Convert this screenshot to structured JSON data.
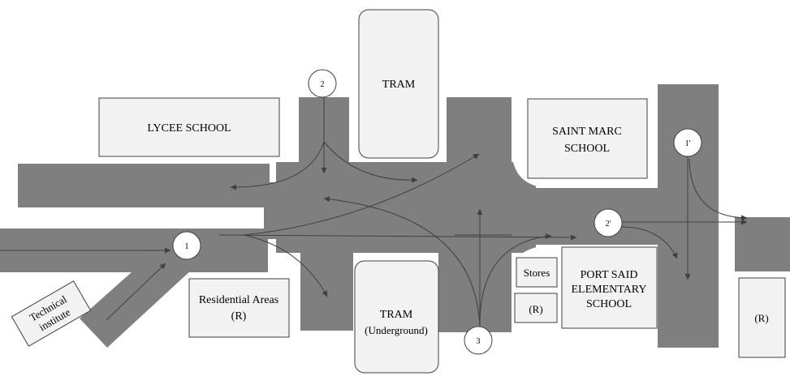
{
  "colors": {
    "road": "#7f7f7f",
    "arrow": "#404040",
    "box_stroke": "#404040",
    "box_fill": "#f2f2f2",
    "background": "#ffffff"
  },
  "buildings": {
    "lycee": "LYCEE SCHOOL",
    "tram_top": "TRAM",
    "saint_marc_line1": "SAINT MARC",
    "saint_marc_line2": "SCHOOL",
    "residential_line1": "Residential Areas",
    "residential_line2": "(R)",
    "tram_bottom_line1": "TRAM",
    "tram_bottom_line2": "(Underground)",
    "stores": "Stores",
    "r_small": "(R)",
    "port_said_line1": "PORT SAID",
    "port_said_line2": "ELEMENTARY",
    "port_said_line3": "SCHOOL",
    "r_right": "(R)",
    "technical_line1": "Technical",
    "technical_line2": "institute"
  },
  "nodes": {
    "n1": "1",
    "n2": "2",
    "n3": "3",
    "n1p": "1'",
    "n2p": "2'"
  }
}
